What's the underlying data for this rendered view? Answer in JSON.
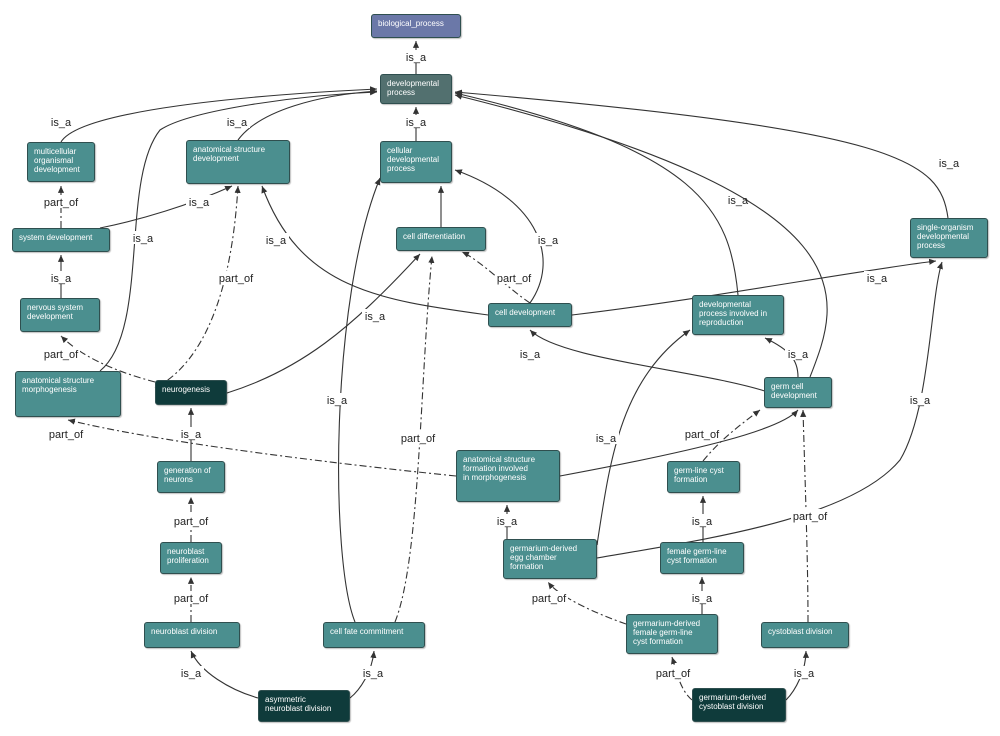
{
  "colors": {
    "root": "#6b78a8",
    "main": "#4b8f8f",
    "dark": "#0f3b3b",
    "mid": "#52706f",
    "edge": "#333333",
    "text": "#ffffff"
  },
  "nodes": {
    "biological_process": {
      "label": "biological_process",
      "style": "root"
    },
    "developmental_process": {
      "label": "developmental\nprocess",
      "style": "mid"
    },
    "multicellular_organismal_development": {
      "label": "multicellular\norganismal\ndevelopment",
      "style": "main"
    },
    "anatomical_structure_development": {
      "label": "anatomical structure\ndevelopment",
      "style": "main"
    },
    "cellular_developmental_process": {
      "label": "cellular\ndevelopmental\nprocess",
      "style": "main"
    },
    "system_development": {
      "label": "system development",
      "style": "main"
    },
    "cell_differentiation": {
      "label": "cell differentiation",
      "style": "main"
    },
    "single_organism_developmental_process": {
      "label": "single-organism\ndevelopmental\nprocess",
      "style": "main"
    },
    "nervous_system_development": {
      "label": "nervous system\ndevelopment",
      "style": "main"
    },
    "cell_development": {
      "label": "cell development",
      "style": "main"
    },
    "developmental_process_reproduction": {
      "label": "developmental\nprocess involved in\nreproduction",
      "style": "main"
    },
    "anatomical_structure_morphogenesis": {
      "label": "anatomical structure\nmorphogenesis",
      "style": "main"
    },
    "neurogenesis": {
      "label": "neurogenesis",
      "style": "dark"
    },
    "germ_cell_development": {
      "label": "germ cell\ndevelopment",
      "style": "main"
    },
    "generation_of_neurons": {
      "label": "generation of\nneurons",
      "style": "main"
    },
    "anatomical_structure_formation": {
      "label": "anatomical structure\nformation involved\nin morphogenesis",
      "style": "main"
    },
    "germ_line_cyst_formation": {
      "label": "germ-line cyst\nformation",
      "style": "main"
    },
    "neuroblast_proliferation": {
      "label": "neuroblast\nproliferation",
      "style": "main"
    },
    "germarium_derived_egg_chamber_formation": {
      "label": "germarium-derived\negg chamber\nformation",
      "style": "main"
    },
    "female_germ_line_cyst_formation": {
      "label": "female germ-line\ncyst formation",
      "style": "main"
    },
    "neuroblast_division": {
      "label": "neuroblast division",
      "style": "main"
    },
    "cell_fate_commitment": {
      "label": "cell fate commitment",
      "style": "main"
    },
    "germarium_derived_female_germ_line_cyst_formation": {
      "label": "germarium-derived\nfemale germ-line\ncyst formation",
      "style": "main"
    },
    "cystoblast_division": {
      "label": "cystoblast division",
      "style": "main"
    },
    "asymmetric_neuroblast_division": {
      "label": "asymmetric\nneuroblast division",
      "style": "dark"
    },
    "germarium_derived_cystoblast_division": {
      "label": "germarium-derived\ncystoblast division",
      "style": "dark"
    }
  },
  "edges": [
    {
      "from": "developmental_process",
      "to": "biological_process",
      "type": "is_a"
    },
    {
      "from": "multicellular_organismal_development",
      "to": "developmental_process",
      "type": "is_a"
    },
    {
      "from": "anatomical_structure_development",
      "to": "developmental_process",
      "type": "is_a"
    },
    {
      "from": "cellular_developmental_process",
      "to": "developmental_process",
      "type": "is_a"
    },
    {
      "from": "single_organism_developmental_process",
      "to": "developmental_process",
      "type": "is_a"
    },
    {
      "from": "developmental_process_reproduction",
      "to": "developmental_process",
      "type": "is_a"
    },
    {
      "from": "germ_cell_development",
      "to": "developmental_process",
      "type": "is_a"
    },
    {
      "from": "system_development",
      "to": "multicellular_organismal_development",
      "type": "part_of"
    },
    {
      "from": "system_development",
      "to": "anatomical_structure_development",
      "type": "is_a"
    },
    {
      "from": "nervous_system_development",
      "to": "system_development",
      "type": "is_a"
    },
    {
      "from": "anatomical_structure_morphogenesis",
      "to": "developmental_process",
      "type": "is_a"
    },
    {
      "from": "neurogenesis",
      "to": "nervous_system_development",
      "type": "part_of"
    },
    {
      "from": "neurogenesis",
      "to": "anatomical_structure_development",
      "type": "part_of"
    },
    {
      "from": "neurogenesis",
      "to": "cell_differentiation",
      "type": "is_a"
    },
    {
      "from": "cell_differentiation",
      "to": "cellular_developmental_process",
      "type": "is_a"
    },
    {
      "from": "cell_development",
      "to": "cellular_developmental_process",
      "type": "is_a"
    },
    {
      "from": "cell_development",
      "to": "cell_differentiation",
      "type": "part_of"
    },
    {
      "from": "cell_development",
      "to": "anatomical_structure_development",
      "type": "is_a"
    },
    {
      "from": "cell_development",
      "to": "single_organism_developmental_process",
      "type": "is_a"
    },
    {
      "from": "germ_cell_development",
      "to": "cell_development",
      "type": "is_a"
    },
    {
      "from": "germ_cell_development",
      "to": "developmental_process_reproduction",
      "type": "is_a"
    },
    {
      "from": "generation_of_neurons",
      "to": "neurogenesis",
      "type": "is_a"
    },
    {
      "from": "neuroblast_proliferation",
      "to": "generation_of_neurons",
      "type": "part_of"
    },
    {
      "from": "neuroblast_division",
      "to": "neuroblast_proliferation",
      "type": "part_of"
    },
    {
      "from": "anatomical_structure_formation",
      "to": "anatomical_structure_morphogenesis",
      "type": "part_of"
    },
    {
      "from": "anatomical_structure_formation",
      "to": "germ_cell_development",
      "type": "is_a"
    },
    {
      "from": "germ_line_cyst_formation",
      "to": "germ_cell_development",
      "type": "part_of"
    },
    {
      "from": "germarium_derived_egg_chamber_formation",
      "to": "anatomical_structure_formation",
      "type": "is_a"
    },
    {
      "from": "germarium_derived_egg_chamber_formation",
      "to": "developmental_process_reproduction",
      "type": "is_a"
    },
    {
      "from": "germarium_derived_egg_chamber_formation",
      "to": "single_organism_developmental_process",
      "type": "is_a"
    },
    {
      "from": "female_germ_line_cyst_formation",
      "to": "germ_line_cyst_formation",
      "type": "is_a"
    },
    {
      "from": "germarium_derived_female_germ_line_cyst_formation",
      "to": "female_germ_line_cyst_formation",
      "type": "is_a"
    },
    {
      "from": "germarium_derived_female_germ_line_cyst_formation",
      "to": "germarium_derived_egg_chamber_formation",
      "type": "part_of"
    },
    {
      "from": "cell_fate_commitment",
      "to": "cellular_developmental_process",
      "type": "is_a"
    },
    {
      "from": "cell_fate_commitment",
      "to": "cell_differentiation",
      "type": "part_of"
    },
    {
      "from": "cystoblast_division",
      "to": "germ_cell_development",
      "type": "part_of"
    },
    {
      "from": "asymmetric_neuroblast_division",
      "to": "neuroblast_division",
      "type": "is_a"
    },
    {
      "from": "asymmetric_neuroblast_division",
      "to": "cell_fate_commitment",
      "type": "is_a"
    },
    {
      "from": "germarium_derived_cystoblast_division",
      "to": "germarium_derived_female_germ_line_cyst_formation",
      "type": "part_of"
    },
    {
      "from": "germarium_derived_cystoblast_division",
      "to": "cystoblast_division",
      "type": "is_a"
    }
  ]
}
